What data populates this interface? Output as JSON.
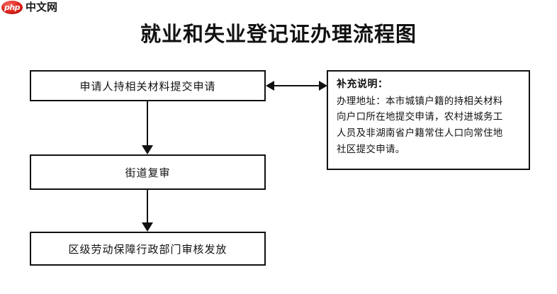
{
  "branding": {
    "badge_text": "php",
    "site_name": "中文网"
  },
  "title": "就业和失业登记证办理流程图",
  "flow": {
    "nodes": [
      {
        "id": "apply",
        "label": "申请人持相关材料提交申请"
      },
      {
        "id": "review",
        "label": "街道复审"
      },
      {
        "id": "issue",
        "label": "区级劳动保障行政部门审核发放"
      }
    ],
    "connectors": [
      {
        "id": "apply-to-review",
        "type": "arrow-down"
      },
      {
        "id": "review-to-issue",
        "type": "arrow-down"
      },
      {
        "id": "apply-to-note",
        "type": "arrow-double-horizontal"
      }
    ]
  },
  "note": {
    "heading": "补充说明：",
    "lines": [
      "办理地址：本市城镇户籍的持相关材料",
      "向户口所在地提交申请，农村进城务工",
      "人员及非湖南省户籍常住人口向常住地",
      "社区提交申请。"
    ]
  },
  "colors": {
    "background": "#ffffff",
    "stroke": "#111111",
    "text": "#111111",
    "brand_red": "#e2231a"
  }
}
